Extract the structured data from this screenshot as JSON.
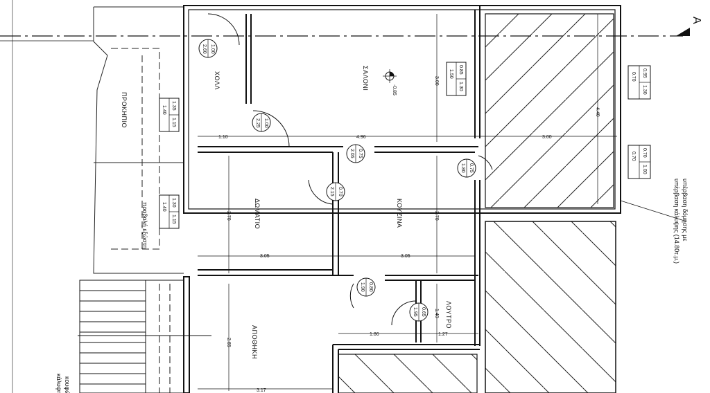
{
  "section_marker": "A",
  "level_label": "-0.85",
  "rooms": {
    "salon": "ΣΑΛΟΝΙ",
    "hall": "ΧΟΛΛ",
    "porch": "ΠΡΟΚΗΠΙΟ",
    "bedroom": "ΔΩΜΑΤΙΟ",
    "kitchen": "ΚΟΥΖΙΝΑ",
    "storage": "ΑΠΟΘΗΚΗ",
    "bath": "ΛΟΥΤΡΟ"
  },
  "notes": {
    "projection": "προβολή εξώστη",
    "roof_line1": "υπέρβαση δόμησης με",
    "roof_line2": "υπέρβαση κάλυψης (14.80τ.μ.)",
    "bottom_left": "κουφώ",
    "bottom_left2": "κάλυψη"
  },
  "dimensions": {
    "d_110": "1.10",
    "d_496": "4.96",
    "d_300_h": "3.00",
    "d_300_v": "3.00",
    "d_440": "4.40",
    "d_270_a": "2.70",
    "d_270_b": "2.70",
    "d_305_a": "3.05",
    "d_305_b": "3.05",
    "d_265": "2.65",
    "d_186": "1.86",
    "d_127": "1.27",
    "d_140": "1.40",
    "d_317": "3.17"
  },
  "door_tags": [
    {
      "top": "1.00",
      "bottom": "2.60"
    },
    {
      "top": "1.00",
      "bottom": "2.25"
    },
    {
      "top": "0.75",
      "bottom": "2.05"
    },
    {
      "top": "0.70",
      "bottom": "2.15"
    },
    {
      "top": "0.75",
      "bottom": "1.80"
    },
    {
      "top": "0.80",
      "bottom": "1.90"
    },
    {
      "top": "0.65",
      "bottom": "1.95"
    }
  ],
  "window_tags": [
    {
      "a": "0.85",
      "b": "1.30",
      "c": "1.50"
    },
    {
      "a": "1.35",
      "b": "1.15",
      "c": "1.40"
    },
    {
      "a": "1.30",
      "b": "1.15",
      "c": "1.40"
    },
    {
      "a": "0.95",
      "b": "1.30",
      "c": "0.70"
    },
    {
      "a": "0.70",
      "b": "1.00",
      "c": "0.70"
    }
  ]
}
